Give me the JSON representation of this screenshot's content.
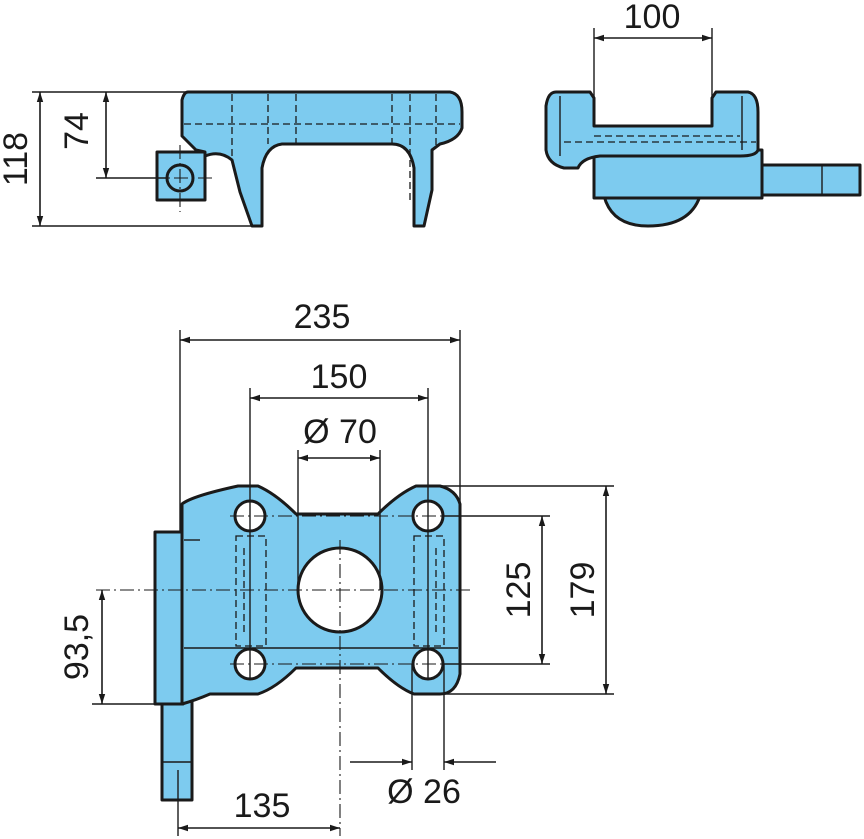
{
  "drawing": {
    "dimensions": {
      "height_total": "118",
      "height_axle": "74",
      "width_slot": "100",
      "width_overall": "235",
      "hole_spacing_x": "150",
      "bore_diameter": "Ø 70",
      "hole_spacing_y": "125",
      "height_overall": "179",
      "axle_offset": "93,5",
      "hole_diameter": "Ø 26",
      "bore_offset": "135"
    }
  }
}
